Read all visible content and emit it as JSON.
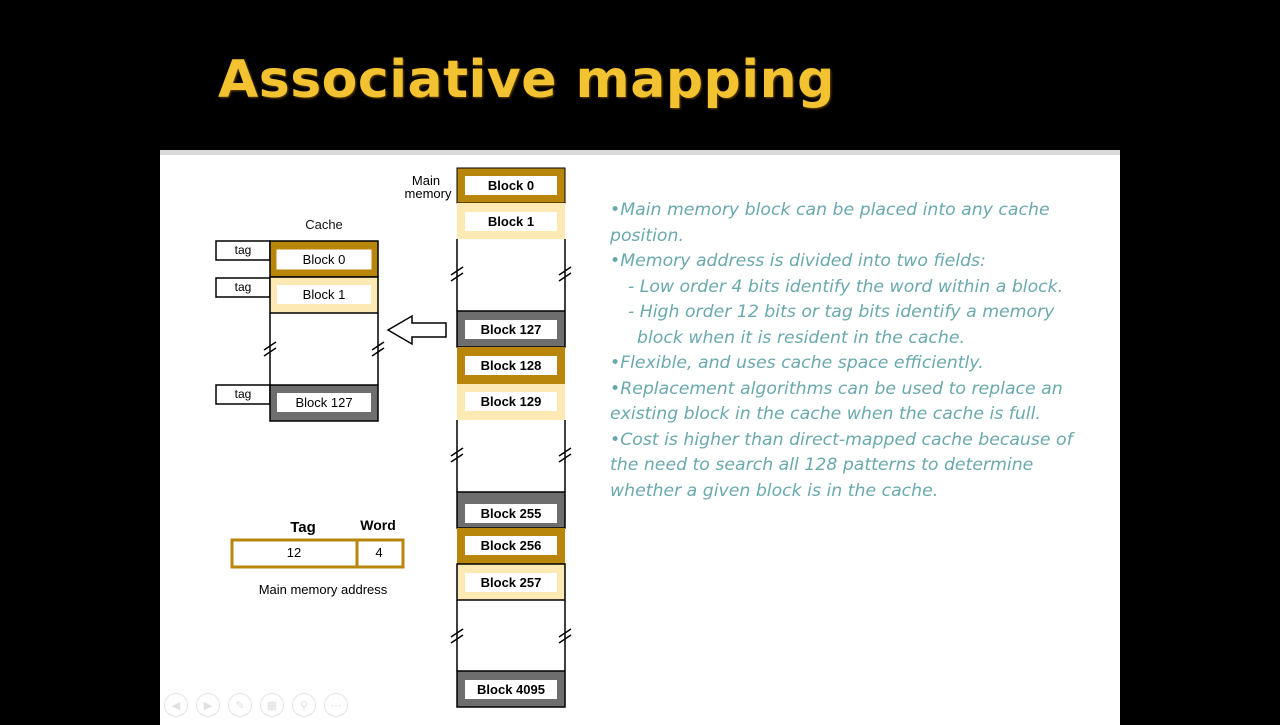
{
  "slide": {
    "title": "Associative mapping"
  },
  "diagram": {
    "cache_label": "Cache",
    "main_memory_label_line1": "Main",
    "main_memory_label_line2": "memory",
    "tag_label": "tag",
    "cache_blocks": [
      "Block 0",
      "Block 1",
      "Block 127"
    ],
    "memory_blocks": [
      "Block 0",
      "Block 1",
      "Block 127",
      "Block 128",
      "Block 129",
      "Block 255",
      "Block 256",
      "Block 257",
      "Block 4095"
    ],
    "address": {
      "tag_header": "Tag",
      "word_header": "Word",
      "tag_bits": "12",
      "word_bits": "4",
      "caption": "Main memory address"
    },
    "colors": {
      "gold": "#b8860b",
      "light": "#fde9b4",
      "gray": "#6e6e6e"
    }
  },
  "bullets": {
    "b1": "•Main memory block can be placed into any cache position.",
    "b2": "•Memory address is divided into two fields:",
    "b2a_line1": "- Low order 4 bits identify the word within a block.",
    "b2b_line1": "- High order 12 bits or tag bits identify a memory",
    "b2b_line2": "block when it is resident in the cache.",
    "b3": "•Flexible, and uses cache space efficiently.",
    "b4": "•Replacement algorithms can be used to replace an existing block in the cache when the cache is full.",
    "b5": "•Cost is higher than direct-mapped cache because of the need to search all 128 patterns to determine whether a given block is in the cache."
  },
  "nav_icons": [
    "prev-icon",
    "next-icon",
    "pen-icon",
    "slides-icon",
    "zoom-icon",
    "more-icon"
  ]
}
